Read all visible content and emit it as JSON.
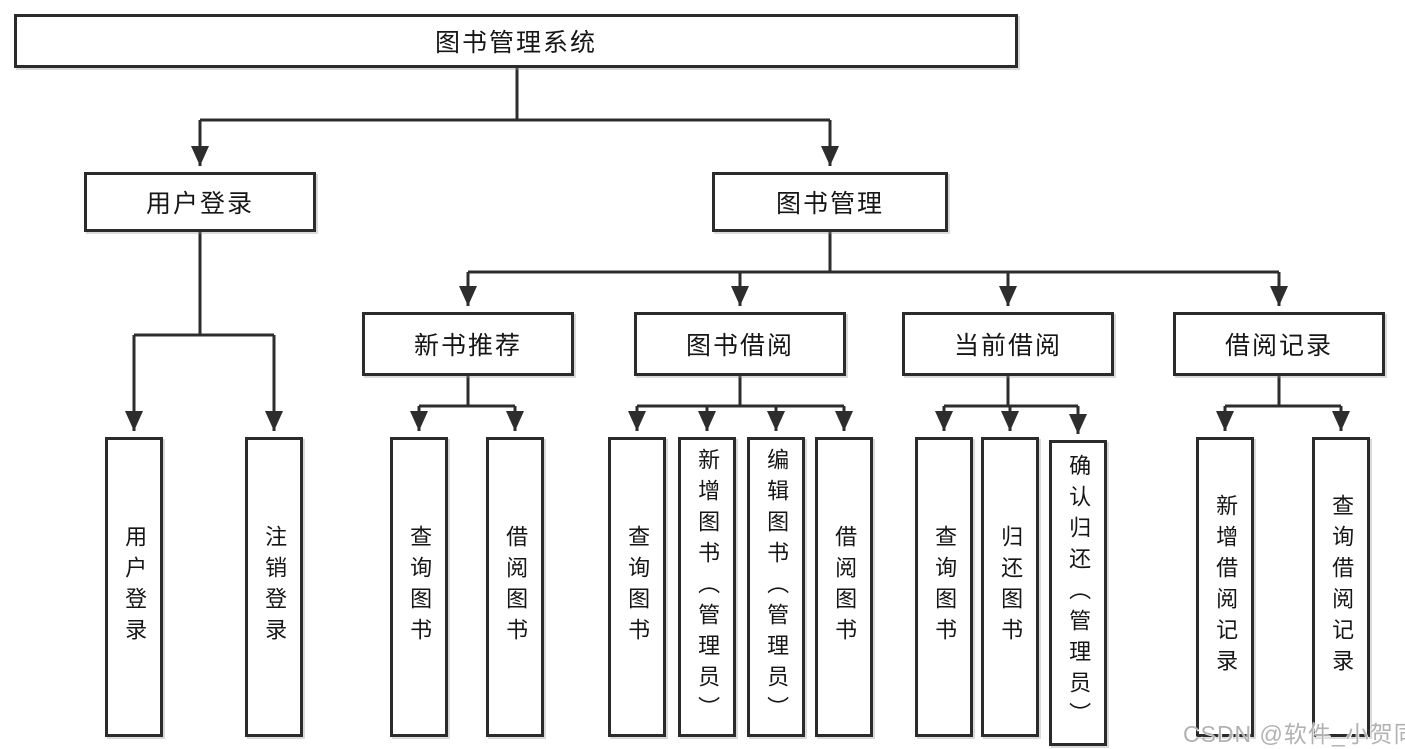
{
  "diagram": {
    "title": "图书管理系统",
    "root": {
      "label": "图书管理系统"
    },
    "children": [
      {
        "label": "用户登录",
        "children": [
          {
            "label": "用户登录"
          },
          {
            "label": "注销登录"
          }
        ]
      },
      {
        "label": "图书管理",
        "children": [
          {
            "label": "新书推荐",
            "children": [
              {
                "label": "查询图书"
              },
              {
                "label": "借阅图书"
              }
            ]
          },
          {
            "label": "图书借阅",
            "children": [
              {
                "label": "查询图书"
              },
              {
                "label": "新增图书（管理员）"
              },
              {
                "label": "编辑图书（管理员）"
              },
              {
                "label": "借阅图书"
              }
            ]
          },
          {
            "label": "当前借阅",
            "children": [
              {
                "label": "查询图书"
              },
              {
                "label": "归还图书"
              },
              {
                "label": "确认归还（管理员）"
              }
            ]
          },
          {
            "label": "借阅记录",
            "children": [
              {
                "label": "新增借阅记录"
              },
              {
                "label": "查询借阅记录"
              }
            ]
          }
        ]
      }
    ]
  },
  "watermark": {
    "text": "CSDN @软件_小贺同学",
    "color": "#b2b2b2"
  },
  "colors": {
    "background": "#ffffff",
    "box_border": "#2b2b2b",
    "connector_line": "#2d2d2d",
    "text": "#161616"
  }
}
